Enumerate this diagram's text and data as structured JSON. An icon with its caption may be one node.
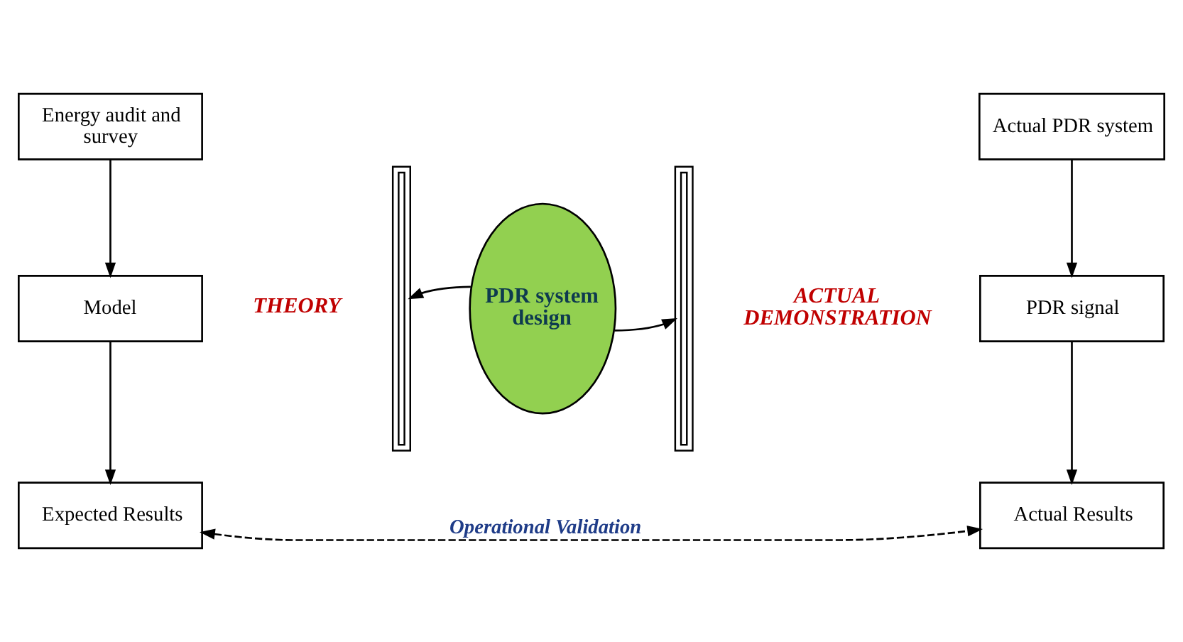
{
  "diagram": {
    "nodes": [
      {
        "text": [
          "Energy audit and survey"
        ]
      },
      {
        "text": [
          "Model"
        ]
      },
      {
        "text": [
          "Expected Results"
        ]
      },
      {
        "text": [],
        "shape": "bar"
      },
      {
        "text": [
          "PDR system design"
        ]
      },
      {
        "text": [],
        "shape": "bar"
      },
      {
        "text": [
          "Actual PDR system"
        ]
      },
      {
        "text": [
          "PDR signal"
        ]
      },
      {
        "text": [
          "Actual Results"
        ]
      }
    ],
    "edges": [
      {
        "from": 0,
        "to": 1,
        "arrow": "to"
      },
      {
        "from": 1,
        "to": 2,
        "arrow": "to"
      },
      {
        "from": 4,
        "to": 3,
        "arrow": "to"
      },
      {
        "from": 4,
        "to": 5,
        "arrow": "to"
      },
      {
        "from": 6,
        "to": 7,
        "arrow": "to"
      },
      {
        "from": 7,
        "to": 8,
        "arrow": "to"
      },
      {
        "from": 2,
        "to": 8,
        "arrow": "both",
        "style": "dashed",
        "label": "Operational Validation"
      }
    ],
    "labels": [
      "THEORY",
      "ACTUAL DEMONSTRATION"
    ]
  }
}
